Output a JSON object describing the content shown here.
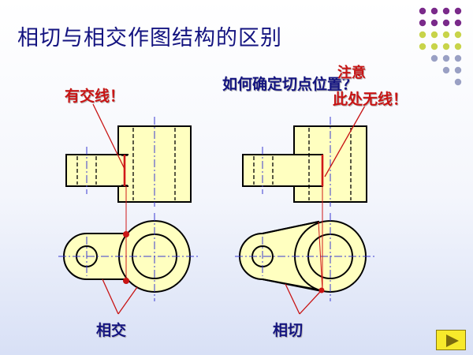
{
  "slide": {
    "title": "相切与相交作图结构的区别"
  },
  "callouts": {
    "intersect_note": "有交线！",
    "question": "如何确定切点位置？",
    "attention": "注意",
    "no_line": "此处无线！"
  },
  "labels": {
    "intersect": "相交",
    "tangent": "相切"
  },
  "colors": {
    "title": "#141480",
    "callout_red": "#c81414",
    "callout_blue": "#141480",
    "part_fill": "#ffffc0",
    "outline": "#000000",
    "center_line": "#3a3ad0",
    "dot_grid": [
      "#7a2a8a",
      "#c8d44a",
      "#9aa0c4"
    ],
    "next_button": "#f7e92b"
  },
  "nav": {
    "next_icon": "play-triangle-icon"
  }
}
